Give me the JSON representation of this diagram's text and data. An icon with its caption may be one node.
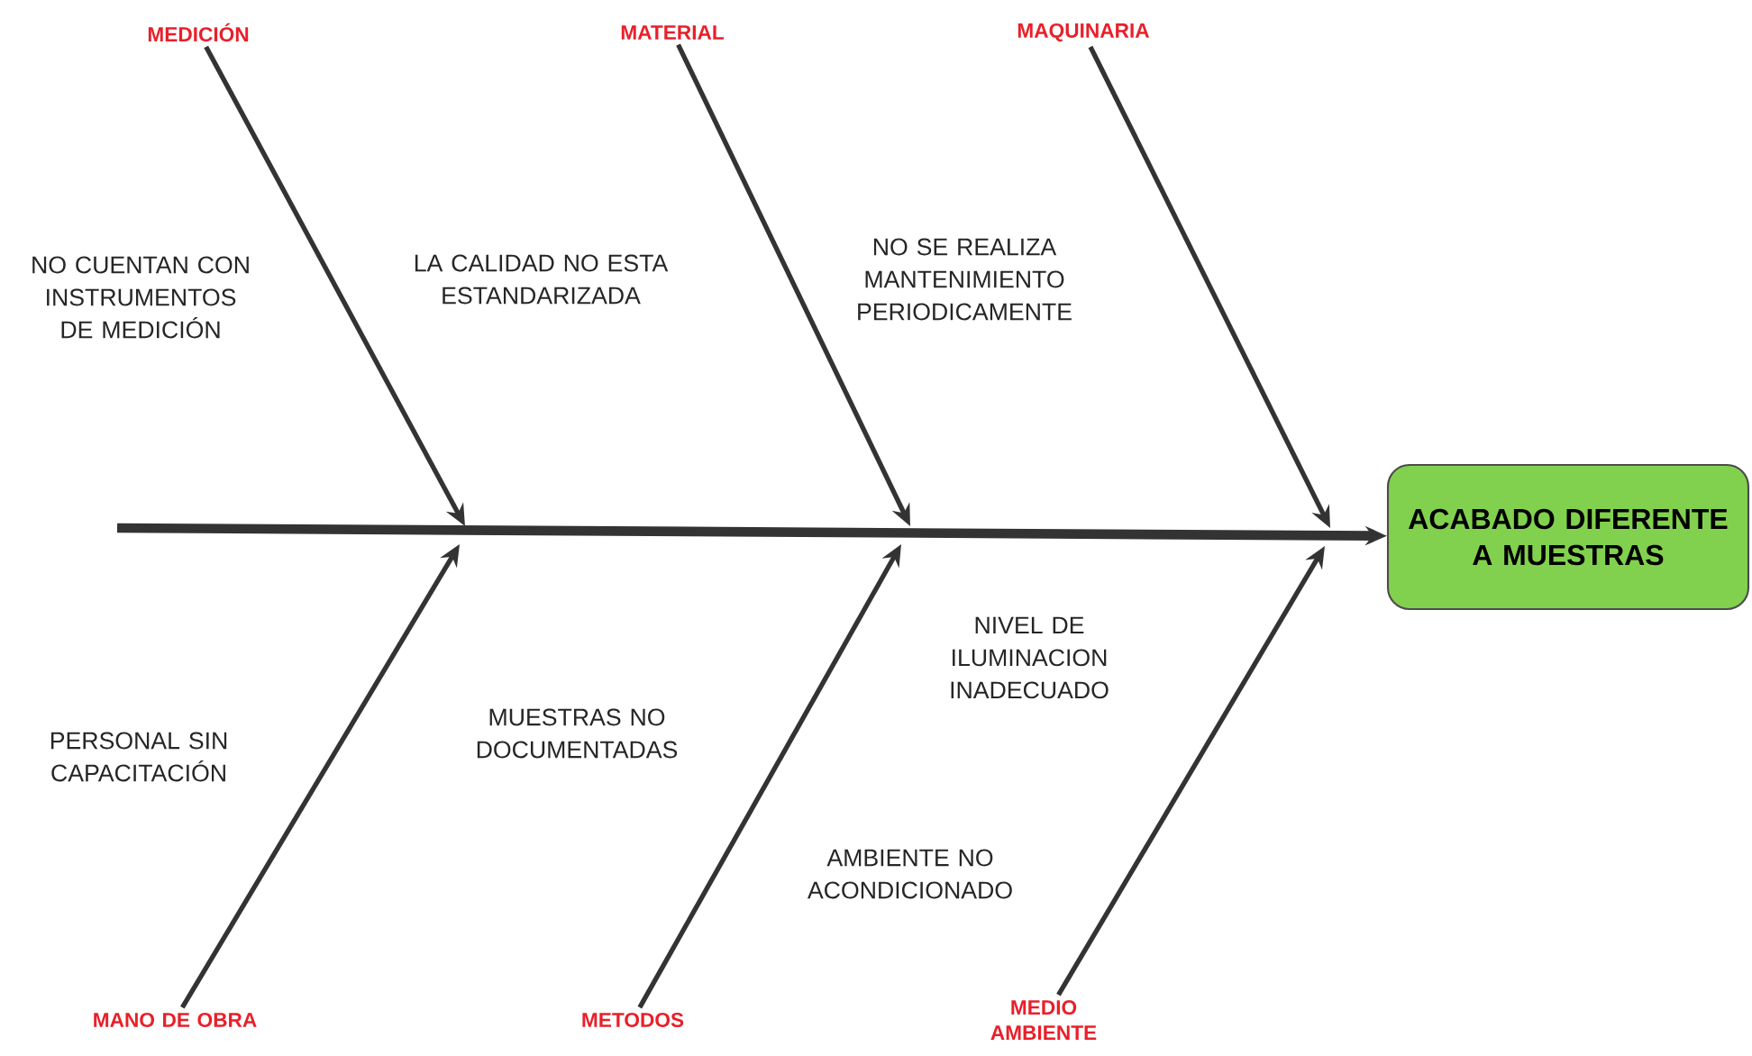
{
  "diagram": {
    "nodes": [
      {
        "text": [
          "MEDICIÓN"
        ]
      },
      {
        "text": [
          "MATERIAL"
        ]
      },
      {
        "text": [
          "MAQUINARIA"
        ]
      },
      {
        "text": [
          "ACABADO DIFERENTE A MUESTRAS"
        ]
      },
      {
        "text": [
          "MANO DE OBRA"
        ]
      },
      {
        "text": [
          "METODOS"
        ]
      },
      {
        "text": [
          "MEDIO AMBIENTE"
        ]
      }
    ],
    "edges": [
      {
        "from": 0,
        "to": null,
        "arrow": "to"
      },
      {
        "from": 1,
        "to": null,
        "arrow": "to"
      },
      {
        "from": 2,
        "to": null,
        "arrow": "to"
      },
      {
        "from": null,
        "to": 3,
        "arrow": "to",
        "style": "thick"
      },
      {
        "from": 4,
        "to": null,
        "arrow": "to"
      },
      {
        "from": 5,
        "to": null,
        "arrow": "to"
      },
      {
        "from": 6,
        "to": null,
        "arrow": "to"
      }
    ],
    "labels": [
      "NO CUENTAN CON INSTRUMENTOS DE MEDICIÓN",
      "LA CALIDAD NO ESTA ESTANDARIZADA",
      "NO SE REALIZA MANTENIMIENTO PERIODICAMENTE",
      "PERSONAL SIN CAPACITACIÓN",
      "MUESTRAS NO DOCUMENTADAS",
      "NIVEL DE ILUMINACION INADECUADO",
      "AMBIENTE NO ACONDICIONADO"
    ]
  }
}
